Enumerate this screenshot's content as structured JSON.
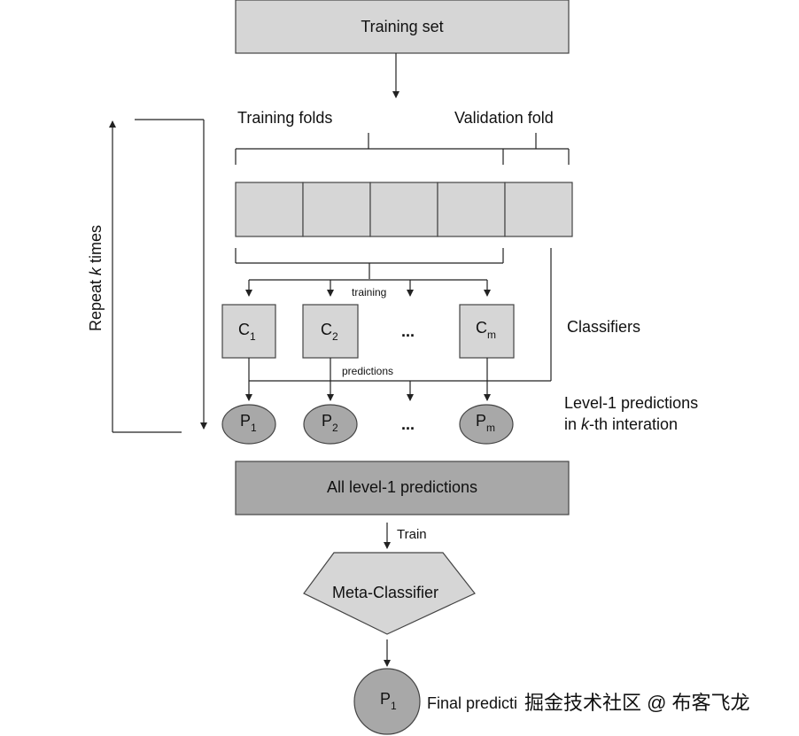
{
  "training_set": "Training set",
  "training_folds": "Training folds",
  "validation_fold": "Validation fold",
  "repeat": {
    "prefix": "Repeat ",
    "k": "k",
    "suffix": " times"
  },
  "training": "training",
  "classifiers": [
    {
      "base": "C",
      "sub": "1"
    },
    {
      "base": "C",
      "sub": "2"
    },
    {
      "base": "C",
      "sub": "m"
    }
  ],
  "ellipsis": "...",
  "classifiers_label": "Classifiers",
  "predictions": "predictions",
  "level1": {
    "line1": "Level-1 predictions",
    "line2_prefix": "in ",
    "line2_k": "k",
    "line2_suffix": "-th interation"
  },
  "predictions_nodes": [
    {
      "base": "P",
      "sub": "1"
    },
    {
      "base": "P",
      "sub": "2"
    },
    {
      "base": "P",
      "sub": "m"
    }
  ],
  "all_level1": "All level-1 predictions",
  "train": "Train",
  "meta_classifier": "Meta-Classifier",
  "final_node": {
    "base": "P",
    "sub": "1"
  },
  "final_prediction": "Final predicti",
  "watermark": "掘金技术社区 @ 布客飞龙"
}
